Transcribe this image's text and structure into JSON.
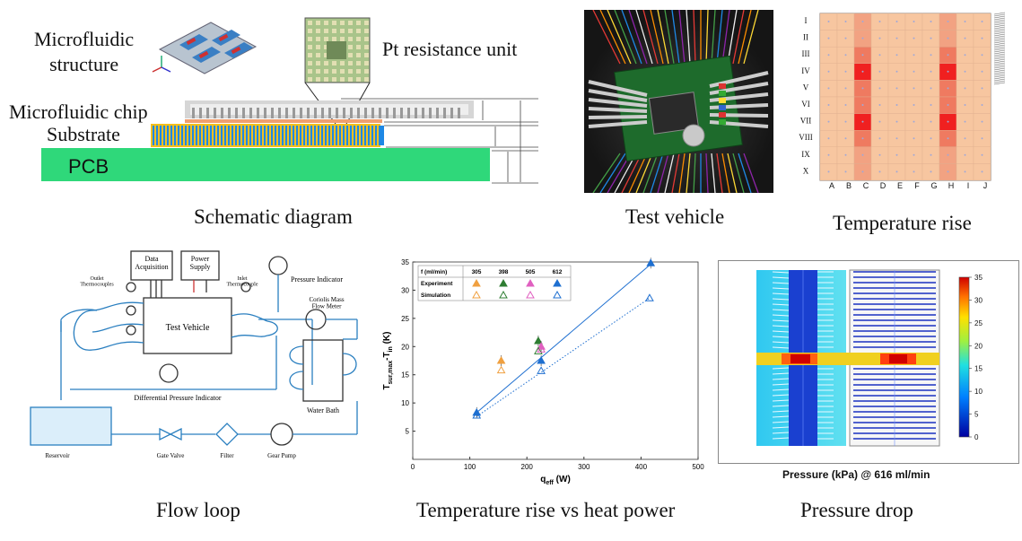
{
  "schematic": {
    "labels": {
      "microfluidic_structure": "Microfluidic\nstructure",
      "pt_resistance_unit": "Pt resistance unit",
      "microfluidic_chip": "Microfluidic chip",
      "substrate": "Substrate",
      "pcb": "PCB"
    },
    "caption": "Schematic diagram"
  },
  "test_vehicle": {
    "caption": "Test vehicle"
  },
  "temperature_rise": {
    "caption": "Temperature rise",
    "rows": [
      "I",
      "II",
      "III",
      "IV",
      "V",
      "VI",
      "VII",
      "VIII",
      "IX",
      "X"
    ],
    "cols": [
      "A",
      "B",
      "C",
      "D",
      "E",
      "F",
      "G",
      "H",
      "I",
      "J"
    ]
  },
  "flow_loop": {
    "caption": "Flow loop",
    "labels": {
      "data_acquisition": "Data\nAcquisition",
      "power_supply": "Power\nSupply",
      "pressure_indicator": "Pressure Indicator",
      "outlet_thermocouples": "Outlet\nThermocouples",
      "inlet_thermocouple": "Inlet\nThermocouple",
      "test_vehicle": "Test Vehicle",
      "coriolis": "Coriolis Mass\nFlow Meter",
      "differential_pressure": "Differential Pressure Indicator",
      "water_bath": "Water Bath",
      "reservoir": "Reservoir",
      "gate_valve": "Gate Valve",
      "filter": "Filter",
      "gear_pump": "Gear Pump"
    }
  },
  "chart_caption": "Temperature rise vs heat power",
  "chart_data": {
    "type": "scatter",
    "xlabel": "q_eff (W)",
    "ylabel": "T_sur,max - T_in (K)",
    "xlim": [
      0,
      500
    ],
    "ylim": [
      0,
      35
    ],
    "xticks": [
      0,
      100,
      200,
      300,
      400,
      500
    ],
    "yticks": [
      5,
      10,
      15,
      20,
      25,
      30,
      35
    ],
    "legend_table": {
      "header_label": "f  (ml/min)",
      "flows": [
        "305",
        "398",
        "505",
        "612"
      ],
      "rows": [
        "Experiment",
        "Simulation"
      ]
    },
    "series": [
      {
        "name": "Experiment 305",
        "color": "#f0a040",
        "filled": true,
        "x": [
          155
        ],
        "y": [
          17.5
        ]
      },
      {
        "name": "Experiment 398",
        "color": "#2e7d32",
        "filled": true,
        "x": [
          220
        ],
        "y": [
          21.0
        ]
      },
      {
        "name": "Experiment 505",
        "color": "#e060c0",
        "filled": true,
        "x": [
          225
        ],
        "y": [
          20.0
        ]
      },
      {
        "name": "Experiment 612",
        "color": "#1e6fd0",
        "filled": true,
        "x": [
          112,
          225,
          417
        ],
        "y": [
          8.3,
          17.5,
          34.8
        ]
      },
      {
        "name": "Simulation 305",
        "color": "#f0a040",
        "filled": false,
        "x": [
          155
        ],
        "y": [
          15.8
        ]
      },
      {
        "name": "Simulation 398",
        "color": "#2e7d32",
        "filled": false,
        "x": [
          220
        ],
        "y": [
          19.2
        ]
      },
      {
        "name": "Simulation 505",
        "color": "#e060c0",
        "filled": false,
        "x": [
          225
        ],
        "y": [
          19.5
        ]
      },
      {
        "name": "Simulation 612",
        "color": "#1e6fd0",
        "filled": false,
        "x": [
          112,
          225,
          415
        ],
        "y": [
          7.8,
          15.7,
          28.6
        ]
      }
    ],
    "fit_lines": [
      {
        "style": "solid",
        "x": [
          112,
          417
        ],
        "y": [
          8.3,
          34.6
        ]
      },
      {
        "style": "dotted",
        "x": [
          112,
          415
        ],
        "y": [
          7.6,
          28.6
        ]
      }
    ]
  },
  "pressure": {
    "title": "Pressure (kPa) @ 616 ml/min",
    "caption": "Pressure drop",
    "colorbar_ticks": [
      "35",
      "30",
      "25",
      "20",
      "15",
      "10",
      "5",
      "0"
    ]
  }
}
